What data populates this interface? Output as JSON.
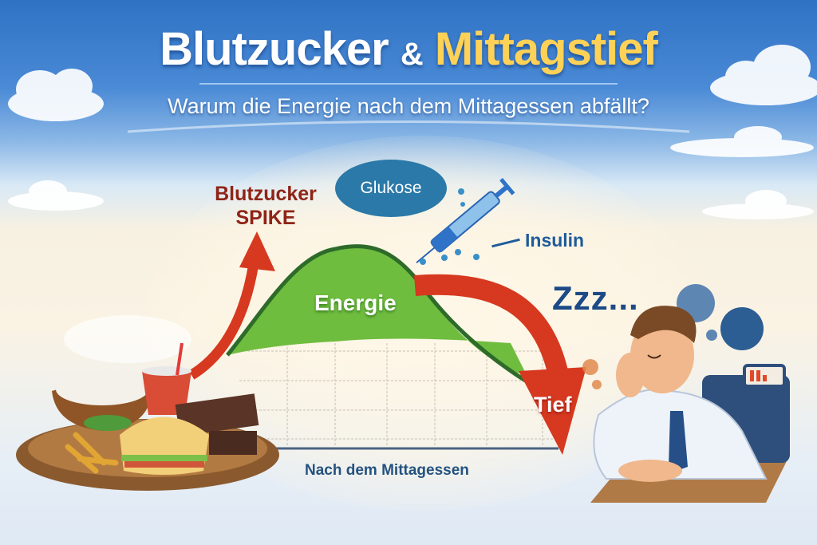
{
  "header": {
    "title_part1": "Blutzucker",
    "title_amp": "&",
    "title_part2": "Mittagstief",
    "subtitle": "Warum die Energie nach dem Mittagessen abfällt?"
  },
  "labels": {
    "spike_line1": "Blutzucker",
    "spike_line2": "SPIKE",
    "glukose": "Glukose",
    "insulin": "Insulin",
    "energie": "Energie",
    "tief": "Tief",
    "zzz": "Zzz...",
    "x_axis": "Nach dem Mittagessen"
  },
  "illustrations": {
    "food": [
      "rice-bowl",
      "red-drink-with-straw",
      "sandwich",
      "fries",
      "chocolate-bar",
      "wooden-plate"
    ],
    "person": "sleepy-office-worker-at-desk",
    "battery": "low-battery-icon",
    "syringe": "insulin-syringe"
  },
  "colors": {
    "title_white": "#ffffff",
    "title_yellow": "#ffd257",
    "spike_text": "#8f2416",
    "arrow_red": "#d6391f",
    "energy_green": "#6fbd3f",
    "curve_dark_green": "#2e6b2a",
    "glukose_bubble": "#2a79a8",
    "text_blue": "#1e5b9a"
  },
  "chart_data": {
    "type": "area",
    "title": "Energie",
    "xlabel": "Nach dem Mittagessen",
    "ylabel": "",
    "annotations": [
      "Blutzucker SPIKE",
      "Glukose",
      "Insulin",
      "Tief",
      "Zzz..."
    ],
    "x": [
      0,
      1,
      2,
      3,
      4,
      5,
      6,
      7,
      8
    ],
    "values": [
      1,
      3,
      6.5,
      8,
      7,
      4.5,
      2.5,
      1,
      0
    ],
    "grid": true,
    "legend": "none"
  }
}
